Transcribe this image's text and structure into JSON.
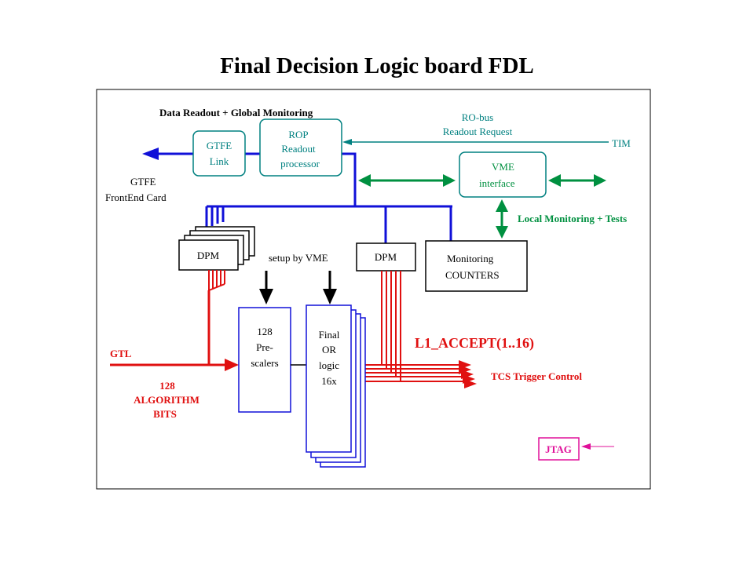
{
  "title": "Final Decision Logic board  FDL",
  "colors": {
    "blue": "#1010d8",
    "teal": "#008080",
    "green": "#009040",
    "red": "#e01010",
    "black": "#000000",
    "magenta": "#e0109a"
  },
  "labels": {
    "data_readout": "Data Readout + Global Monitoring",
    "gtfe_link_1": "GTFE",
    "gtfe_link_2": "Link",
    "rop_1": "ROP",
    "rop_2": "Readout",
    "rop_3": "processor",
    "ro_bus_1": "RO-bus",
    "ro_bus_2": "Readout Request",
    "tim": "TIM",
    "gtfe_frontend_1": "GTFE",
    "gtfe_frontend_2": "FrontEnd Card",
    "vme_1": "VME",
    "vme_2": "interface",
    "local_monitoring": "Local Monitoring + Tests",
    "dpm_left": "DPM",
    "setup_by_vme": "setup by VME",
    "dpm_right": "DPM",
    "monitoring_1": "Monitoring",
    "monitoring_2": "COUNTERS",
    "prescalers_1": "128",
    "prescalers_2": "Pre-",
    "prescalers_3": "scalers",
    "final_or_1": "Final",
    "final_or_2": "OR",
    "final_or_3": "logic",
    "final_or_4": "16x",
    "l1_accept": "L1_ACCEPT(1..16)",
    "tcs": "TCS Trigger Control",
    "gtl": "GTL",
    "alg_1": "128",
    "alg_2": "ALGORITHM",
    "alg_3": "BITS",
    "jtag": "JTAG"
  }
}
